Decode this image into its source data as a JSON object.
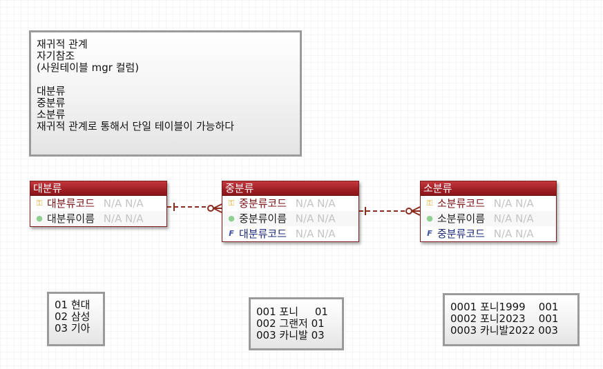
{
  "memo": {
    "text": "재귀적 관계\n자기참조\n(사원테이블 mgr 컬럼)\n\n대분류\n중분류\n소분류\n재귀적 관계로 통해서 단일 테이블이 가능하다"
  },
  "entities": [
    {
      "title": "대분류",
      "rows": [
        {
          "name": "대분류코드",
          "type": "N/A N/A",
          "kind": "pk"
        },
        {
          "name": "대분류이름",
          "type": "N/A N/A",
          "kind": "attr"
        }
      ]
    },
    {
      "title": "중분류",
      "rows": [
        {
          "name": "중분류코드",
          "type": "N/A N/A",
          "kind": "pk"
        },
        {
          "name": "중분류이름",
          "type": "N/A N/A",
          "kind": "attr"
        },
        {
          "name": "대분류코드",
          "type": "N/A N/A",
          "kind": "fk"
        }
      ]
    },
    {
      "title": "소분류",
      "rows": [
        {
          "name": "소분류코드",
          "type": "N/A N/A",
          "kind": "pk"
        },
        {
          "name": "소분류이름",
          "type": "N/A N/A",
          "kind": "attr"
        },
        {
          "name": "중분류코드",
          "type": "N/A N/A",
          "kind": "fk"
        }
      ]
    }
  ],
  "samples": {
    "large": "01 현대\n02 삼성\n03 기아",
    "medium": "001 포니     01\n002 그랜저 01\n003 카니발 03",
    "small": "0001 포니1999    001\n0002 포니2023    001\n0003 카니발2022 003"
  },
  "colors": {
    "entity_header": "#9e1f24",
    "relationship_line": "#8b2a1e",
    "pk_text": "#7a0f14",
    "fk_text": "#1a2a78"
  },
  "icons": {
    "pk": "key-icon",
    "attr": "attribute-dot-icon",
    "fk": "foreign-key-icon"
  }
}
